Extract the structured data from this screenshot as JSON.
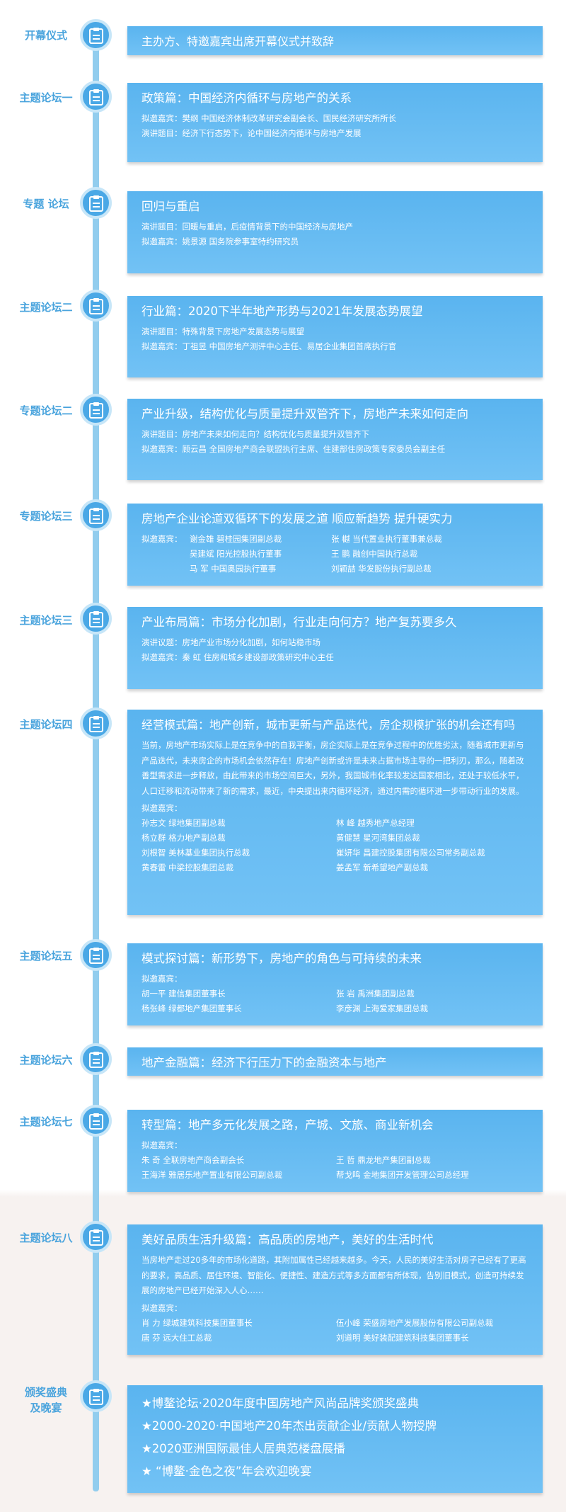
{
  "sections": [
    {
      "label": "开幕仪式",
      "title": "主办方、特邀嘉宾出席开幕仪式并致辞"
    },
    {
      "label": "主题论坛一",
      "title": "政策篇：中国经济内循环与房地产的关系",
      "lines": [
        "拟邀嘉宾：樊纲      中国经济体制改革研究会副会长、国民经济研究所所长",
        "演讲题目：经济下行态势下，论中国经济内循环与房地产发展"
      ]
    },
    {
      "label": "专题 论坛",
      "title": "回归与重启",
      "lines": [
        "演讲题目：回暖与重启，后疫情背景下的中国经济与房地产",
        "拟邀嘉宾：姚景源      国务院参事室特约研究员"
      ]
    },
    {
      "label": "主题论坛二",
      "title": "行业篇：2020下半年地产形势与2021年发展态势展望",
      "lines": [
        "演讲题目：特殊背景下房地产发展态势与展望",
        "拟邀嘉宾：丁祖昱      中国房地产测评中心主任、易居企业集团首席执行官"
      ]
    },
    {
      "label": "专题论坛二",
      "title": "产业升级，结构优化与质量提升双管齐下，房地产未来如何走向",
      "lines": [
        "演讲题目：房地产未来如何走向？结构优化与质量提升双管齐下",
        "拟邀嘉宾：顾云昌    全国房地产商会联盟执行主席、住建部住房政策专家委员会副主任"
      ]
    },
    {
      "label": "专题论坛三",
      "title": "房地产企业论道双循环下的发展之道 顺应新趋势 提升硬实力",
      "rows": [
        [
          "拟邀嘉宾：",
          "谢金雄    碧桂园集团副总裁",
          "张    樾    当代置业执行董事兼总裁"
        ],
        [
          "",
          "吴建斌    阳光控股执行董事",
          "王    鹏    融创中国执行总裁"
        ],
        [
          "",
          "马    军    中国奥园执行董事",
          "刘颖喆    华发股份执行副总裁"
        ]
      ]
    },
    {
      "label": "主题论坛三",
      "title": "产业布局篇：市场分化加剧，行业走向何方？地产复苏要多久",
      "lines": [
        "演讲议题：房地产业市场分化加剧，如何站稳市场",
        "拟邀嘉宾：秦  虹      住房和城乡建设部政策研究中心主任"
      ]
    },
    {
      "label": "主题论坛四",
      "title": "经营模式篇：地产创新，城市更新与产品迭代，房企规模扩张的机会还有吗",
      "para": "当前，房地产市场实际上是在竞争中的自我平衡，房企实际上是在竞争过程中的优胜劣汰，随着城市更新与产品迭代，未来房企的市场机会依然存在！房地产创新或许是未来占据市场主导的一把利刃，那么，随着改善型需求进一步释放，由此带来的市场空间巨大，另外，我国城市化率较发达国家相比，还处于较低水平，人口迁移和流动带来了新的需求，最近，中央提出来内循环经济，通过内需的循环进一步带动行业的发展。",
      "guest_label": "拟邀嘉宾：",
      "guests": [
        [
          "孙志文    绿地集团副总裁",
          "林    峰    越秀地产总经理"
        ],
        [
          "杨立群    格力地产副总裁",
          "黄健慧    星河湾集团总裁"
        ],
        [
          "刘根智    美林基业集团执行总裁",
          "崔妍华    昌建控股集团有限公司常务副总裁"
        ],
        [
          "黄春雷    中梁控股集团总裁",
          "姜孟军    新希望地产副总裁"
        ]
      ]
    },
    {
      "label": "主题论坛五",
      "title": "模式探讨篇：新形势下，房地产的角色与可持续的未来",
      "guest_label": "拟邀嘉宾：",
      "guests": [
        [
          "胡一平    建信集团董事长",
          "张    岩    禹洲集团副总裁"
        ],
        [
          "杨张峰    绿都地产集团董事长",
          "李彦渊    上海爱家集团总裁"
        ]
      ]
    },
    {
      "label": "主题论坛六",
      "title": "地产金融篇：经济下行压力下的金融资本与地产"
    },
    {
      "label": "主题论坛七",
      "title": "转型篇：地产多元化发展之路，产城、文旅、商业新机会",
      "guest_label": "拟邀嘉宾：",
      "guests": [
        [
          "朱    奇      全联房地产商会副会长",
          "王    哲      鼎龙地产集团副总裁"
        ],
        [
          "王海洋      雅居乐地产置业有限公司副总裁",
          "帮戈鸣      金地集团开发管理公司总经理"
        ]
      ]
    },
    {
      "label": "主题论坛八",
      "title": "美好品质生活升级篇：高品质的房地产，美好的生活时代",
      "para": "当房地产走过20多年的市场化道路，其附加属性已经越来越多。今天，人民的美好生活对房子已经有了更高的要求，高品质、居住环境、智能化、便捷性、建造方式等多方面都有所体现，告别旧模式，创造可持续发展的房地产已经开始深入人心……",
      "guest_label": "拟邀嘉宾：",
      "guests": [
        [
          "肖    力      绿城建筑科技集团董事长",
          "伍小峰      荣盛房地产发展股份有限公司副总裁"
        ],
        [
          "唐    芬      远大住工总裁",
          "刘道明      美好装配建筑科技集团董事长"
        ]
      ]
    },
    {
      "label": "颁奖盛典\n及晚宴",
      "items": [
        "★博鳌论坛·2020年度中国房地产风尚品牌奖颁奖盛典",
        "★2000-2020·中国地产20年杰出贡献企业/贡献人物授牌",
        "★2020亚洲国际最佳人居典范楼盘展播",
        "★ “博鳌·金色之夜”年会欢迎晚宴"
      ]
    }
  ]
}
